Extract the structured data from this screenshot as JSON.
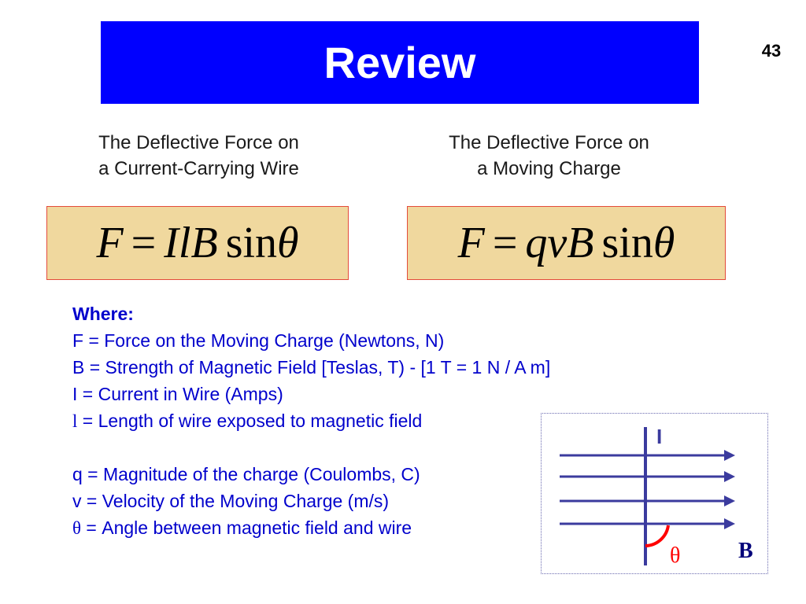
{
  "slide": {
    "title": "Review",
    "number": "43"
  },
  "left_panel": {
    "caption_line1": "The Deflective Force on",
    "caption_line2": "a Current-Carrying Wire",
    "formula": {
      "F": "F",
      "eq": "=",
      "I": "I",
      "l": "l",
      "B": "B",
      "sin": "sin",
      "theta": "θ"
    }
  },
  "right_panel": {
    "caption_line1": "The Deflective Force on",
    "caption_line2": "a Moving Charge",
    "formula": {
      "F": "F",
      "eq": "=",
      "q": "q",
      "v": "v",
      "B": "B",
      "sin": "sin",
      "theta": "θ"
    }
  },
  "definitions": {
    "heading": "Where:",
    "F": "F = Force on the Moving Charge (Newtons, N)",
    "B": "B = Strength of Magnetic Field [Teslas, T) - [1 T = 1 N / A m]",
    "I": "I  = Current in Wire (Amps)",
    "l_symbol": "l",
    "l_text": " = Length of wire exposed to magnetic field",
    "q": "q = Magnitude of the charge (Coulombs, C)",
    "v": "v = Velocity of the Moving Charge (m/s)",
    "theta_symbol": "θ",
    "theta_text": " = Angle between magnetic field and wire"
  },
  "diagram": {
    "wire_label": "I",
    "field_label": "B",
    "angle_label": "θ",
    "colors": {
      "lines": "#3b3b9e",
      "angle_arc": "#ff0000",
      "angle_label": "#ff0000",
      "field_label": "#00007a"
    }
  },
  "colors": {
    "title_bar": "#0000ff",
    "formula_box_fill": "#f0d89e",
    "formula_box_border": "#e34b3b",
    "definitions_text": "#0000cc"
  }
}
